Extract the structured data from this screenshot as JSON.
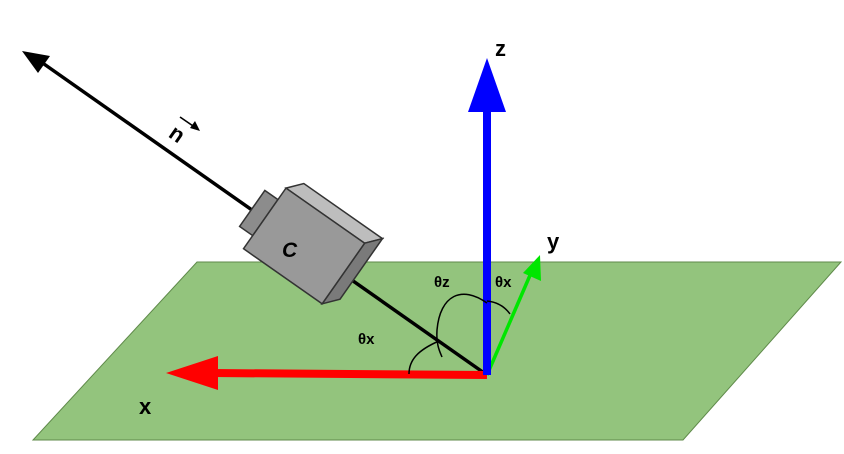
{
  "labels": {
    "z": "z",
    "y": "y",
    "x": "x",
    "normal": "n",
    "camera": "C",
    "theta_z": "θz",
    "theta_x_top": "θx",
    "theta_x_bottom": "θx"
  },
  "colors": {
    "plane_fill": "#93c47d",
    "z_axis": "#0000ff",
    "y_axis": "#00e600",
    "x_axis": "#ff0000",
    "normal_line": "#000000",
    "camera_body": "#999999"
  }
}
